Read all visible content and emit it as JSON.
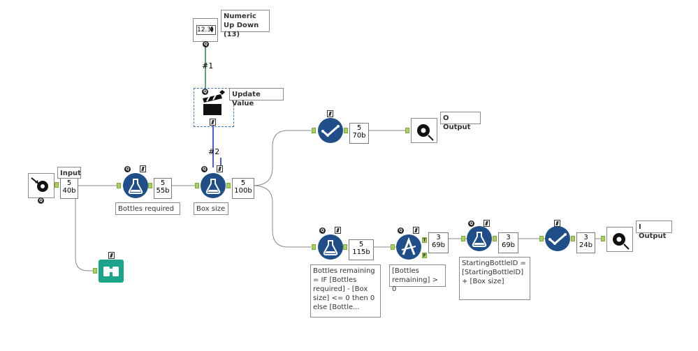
{
  "numeric_tool": {
    "value": "12.3",
    "label": "Numeric Up Down (13)"
  },
  "update_value": {
    "label": "Update Value"
  },
  "connections": {
    "c1": "#1",
    "c2": "#2"
  },
  "input": {
    "label": "Input",
    "count": "5",
    "size": "40b"
  },
  "formula_bottles": {
    "count": "5",
    "size": "55b",
    "label": "Bottles required"
  },
  "formula_box": {
    "count": "5",
    "size": "100b",
    "label": "Box size"
  },
  "select_top": {
    "count": "5",
    "size": "70b"
  },
  "output_o": {
    "label": "O Output"
  },
  "formula_remaining": {
    "count": "5",
    "size": "115b",
    "label": "Bottles remaining = IF [Bottles required] - [Box size] <= 0 then 0 else [Bottle..."
  },
  "filter": {
    "true_label": "T",
    "false_label": "F",
    "count": "3",
    "size": "69b",
    "label": "[Bottles remaining] > 0"
  },
  "formula_start": {
    "count": "3",
    "size": "69b",
    "label": "StartingBottleID = [StartingBottleID] + [Box size]"
  },
  "select_bottom": {
    "count": "3",
    "size": "24b"
  },
  "output_i": {
    "label": "I Output"
  },
  "badges": {
    "q": "Q"
  },
  "colors": {
    "tool_blue": "#1f4e89",
    "browse_teal": "#1aa58a",
    "anchor_green": "#a6d15e",
    "wire_green": "#2e8b3e",
    "wire_blue": "#1a1adb"
  }
}
